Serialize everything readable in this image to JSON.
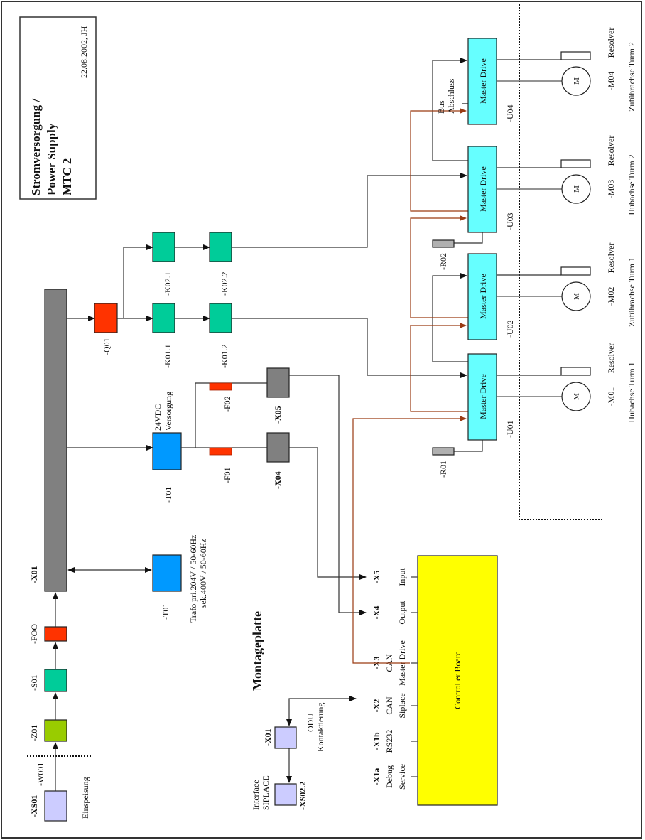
{
  "title_block": {
    "line1": "Stromversorgung /",
    "line2": "Power Supply",
    "line3": "MTC 2",
    "date_author": "22.08.2002, JH"
  },
  "colors": {
    "busbar": "#808080",
    "fuse": "#ff3300",
    "contactor": "#00cc99",
    "filter": "#99cc00",
    "transformer": "#0099ff",
    "connector": "#ccccff",
    "master_drive": "#66ffff",
    "controller_board": "#ffff00",
    "terminal": "#808080",
    "resistor": "#b0b0b0",
    "can_wire": "#9a3a12",
    "power_wire": "#333333"
  },
  "feed": {
    "xs01": "-XS01",
    "einspeisung": "Einspeisung",
    "w001": "-W001",
    "z01": "-Z01",
    "s01": "-S01",
    "f00": "-FOO",
    "x01": "-X01"
  },
  "branches": {
    "q01": "-Q01",
    "k01_1": "-K01.1",
    "k01_2": "-K01.2",
    "k02_1": "-K02.1",
    "k02_2": "-K02.2",
    "t01_psu": "-T01",
    "psu_label_1": "24VDC",
    "psu_label_2": "Versorgung",
    "f01": "-F01",
    "f02": "-F02",
    "x04": "-X04",
    "x05": "-X05",
    "t01_trafo": "-T01",
    "trafo_line1": "Trafo pri.204V / 50-60Hz",
    "trafo_line2": "sek.400V / 50-60Hz"
  },
  "montageplatte": {
    "title": "Montageplatte",
    "x01": "-X01",
    "odu_1": "ODU",
    "odu_2": "Kontaktierung",
    "xs02_2": "-XS02.2",
    "iface_1": "Interface",
    "iface_2": "SIPLACE"
  },
  "controller": {
    "label": "Controller Board",
    "connectors": [
      {
        "id": "-X5",
        "l1": "Input",
        "l2": ""
      },
      {
        "id": "-X4",
        "l1": "Output",
        "l2": ""
      },
      {
        "id": "-X3",
        "l1": "CAN",
        "l2": "Master Drive"
      },
      {
        "id": "-X2",
        "l1": "CAN",
        "l2": "Siplace"
      },
      {
        "id": "-X1b",
        "l1": "RS232",
        "l2": ""
      },
      {
        "id": "-X1a",
        "l1": "Debug",
        "l2": "Service"
      }
    ]
  },
  "drives": [
    {
      "id": "-U01",
      "label": "Master Drive",
      "resistor": "-R01",
      "motor": "-M01",
      "motor_symbol": "M",
      "resolver": "Resolver",
      "axis": "Hubachse Turm 1"
    },
    {
      "id": "-U02",
      "label": "Master Drive",
      "resistor": "",
      "motor": "-M02",
      "motor_symbol": "M",
      "resolver": "Resolver",
      "axis": "Zuführachse Turm 1"
    },
    {
      "id": "-U03",
      "label": "Master Drive",
      "resistor": "-R02",
      "motor": "-M03",
      "motor_symbol": "M",
      "resolver": "Resolver",
      "axis": "Hubachse Turm 2"
    },
    {
      "id": "-U04",
      "label": "Master Drive",
      "resistor": "",
      "motor": "-M04",
      "motor_symbol": "M",
      "resolver": "Resolver",
      "axis": "Zuführachse Turm 2"
    }
  ],
  "bus_termination": {
    "line1": "Bus",
    "line2": "Abschluss"
  }
}
